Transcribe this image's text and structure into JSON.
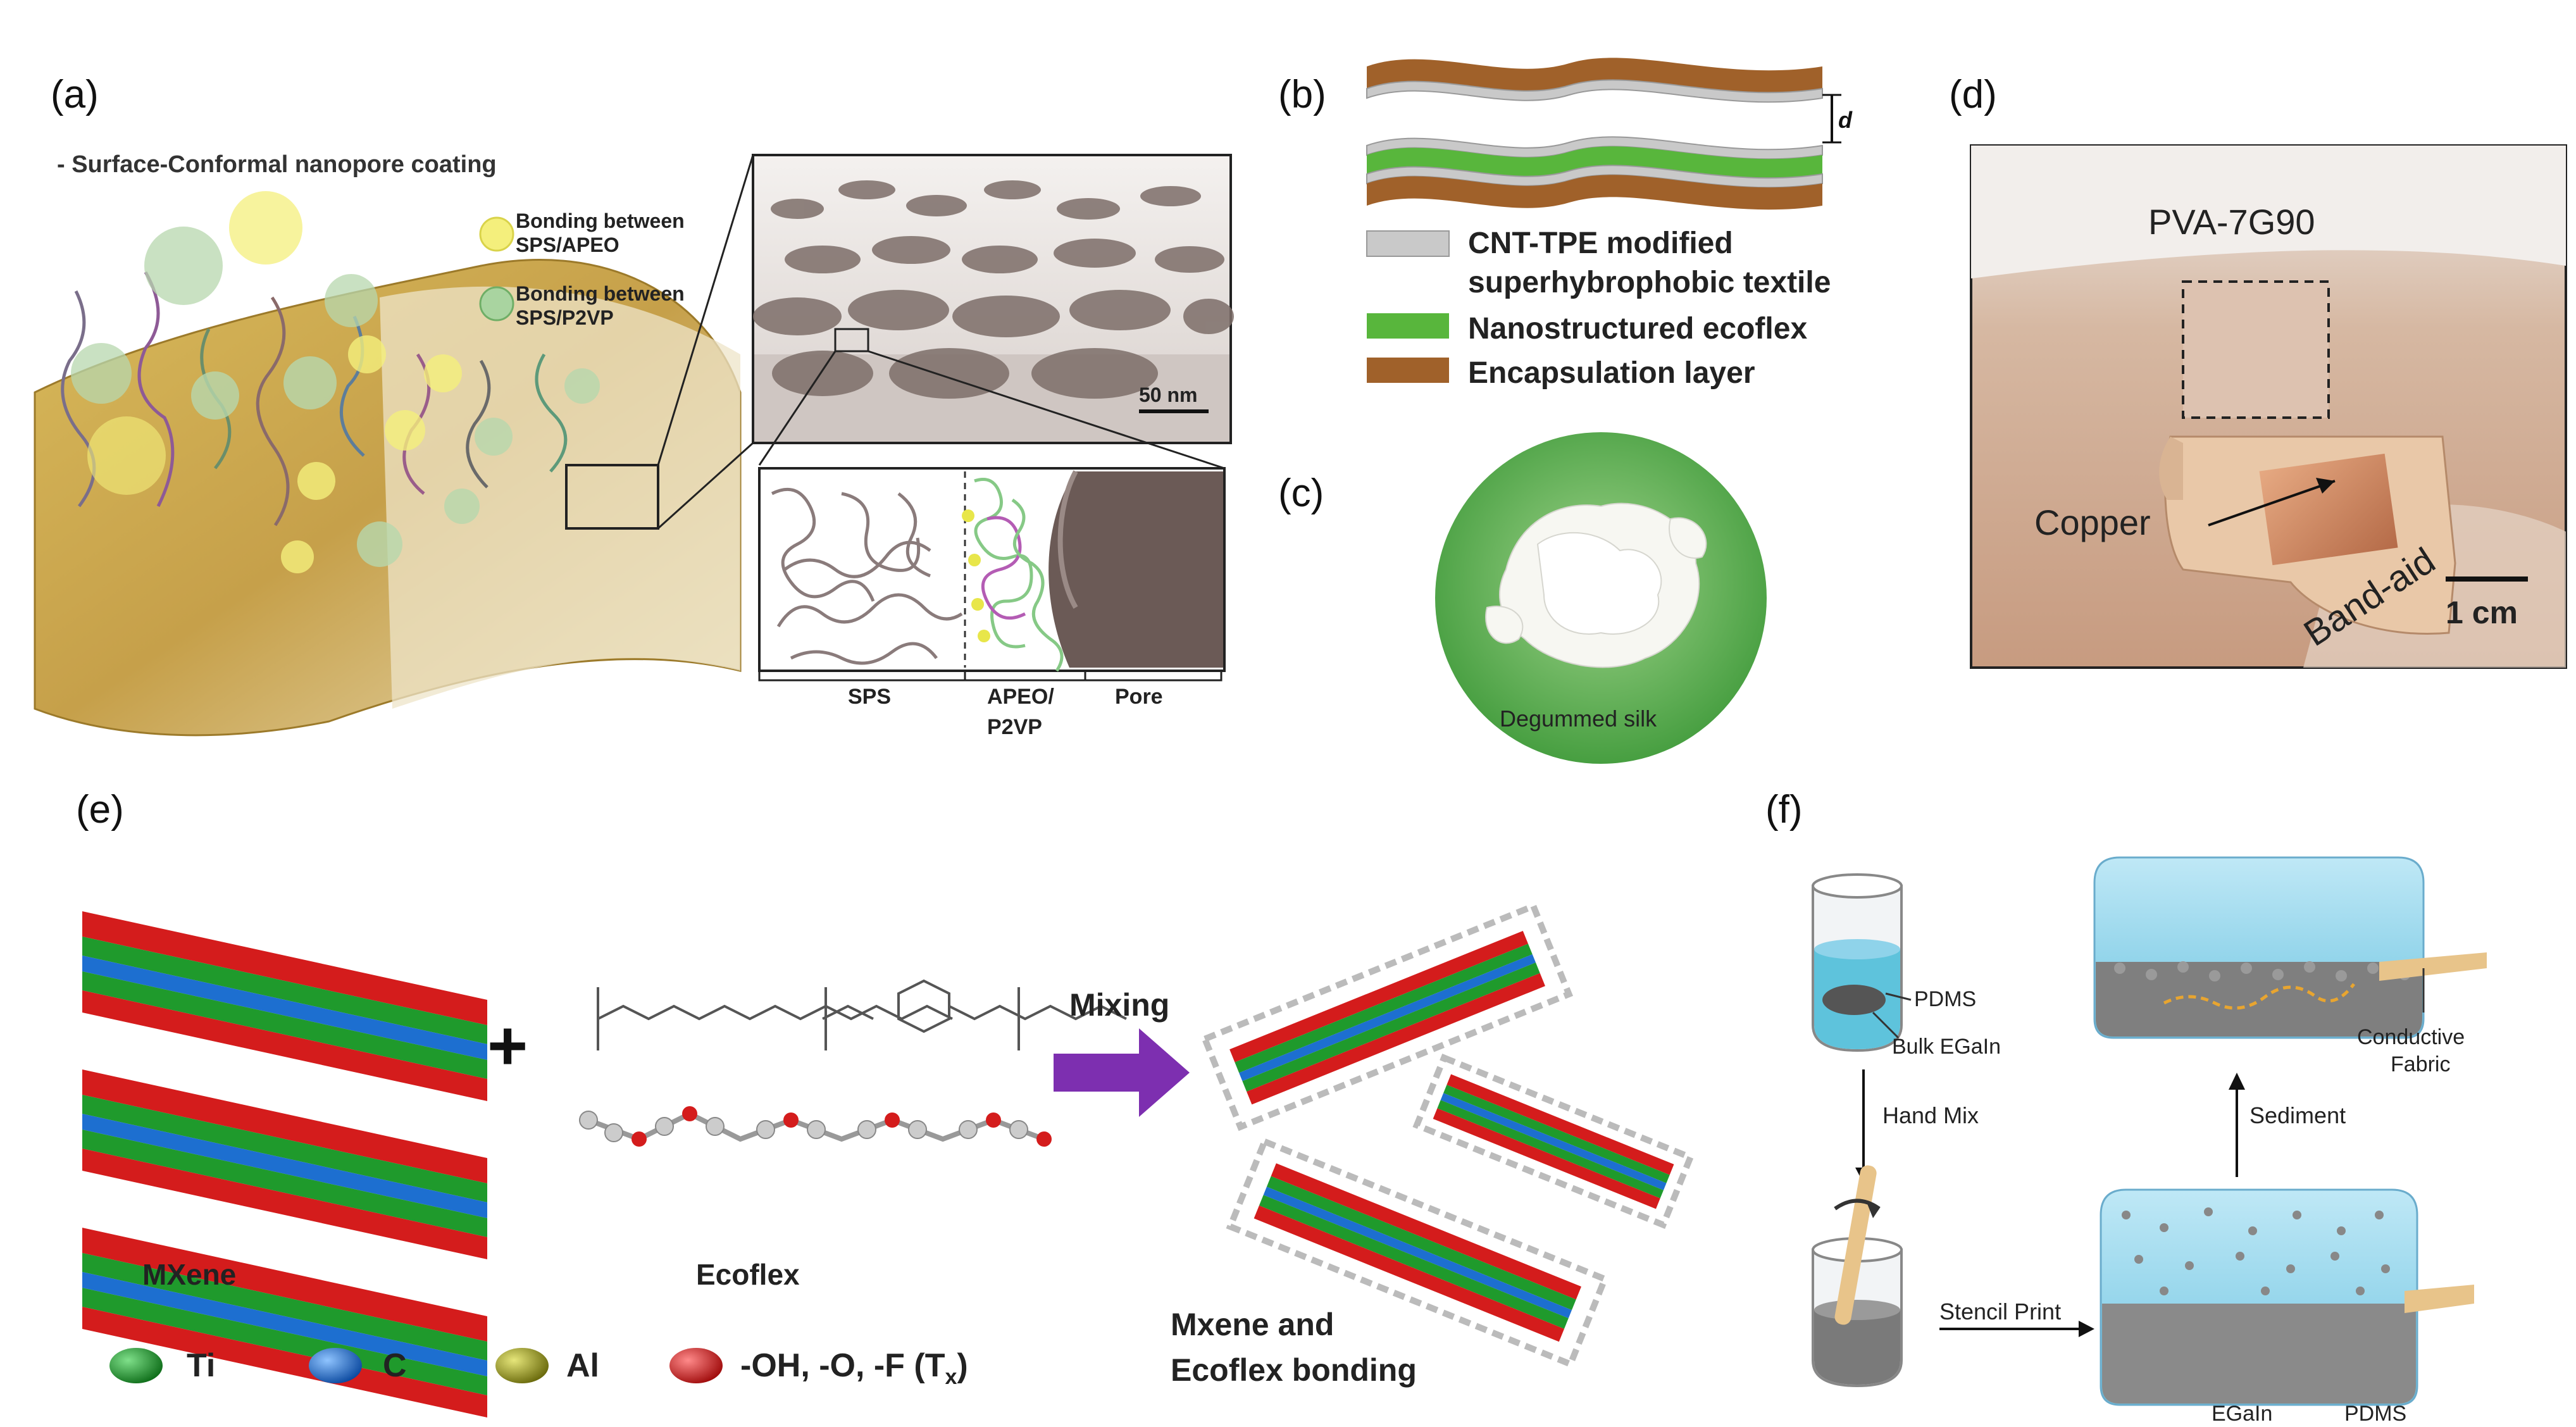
{
  "panels": {
    "a": {
      "letter": "(a)",
      "title": "- Surface-Conformal nanopore coating",
      "legend": [
        {
          "line1": "Bonding between",
          "line2": "SPS/APEO",
          "color": "#f4ef7c"
        },
        {
          "line1": "Bonding between",
          "line2": "SPS/P2VP",
          "color": "#a9d4a0"
        }
      ],
      "scale_bar": "50 nm",
      "regions": {
        "sps": "SPS",
        "apeo_line1": "APEO/",
        "apeo_line2": "P2VP",
        "pore": "Pore"
      }
    },
    "b": {
      "letter": "(b)",
      "gap_label": "d",
      "legend": [
        {
          "line1": "CNT-TPE modified",
          "line2": "superhybrophobic textile",
          "color": "#c9c9c9"
        },
        {
          "line1": "Nanostructured ecoflex",
          "line2": "",
          "color": "#58b63c"
        },
        {
          "line1": "Encapsulation layer",
          "line2": "",
          "color": "#a0612a"
        }
      ]
    },
    "c": {
      "letter": "(c)",
      "caption": "Degummed silk"
    },
    "d": {
      "letter": "(d)",
      "sample": "PVA-7G90",
      "copper": "Copper",
      "bandaid": "Band-aid",
      "scale_bar": "1 cm"
    },
    "e": {
      "letter": "(e)",
      "mxene": "MXene",
      "ecoflex": "Ecoflex",
      "plus": "+",
      "arrow": "Mixing",
      "result_line1": "Mxene and",
      "result_line2": "Ecoflex bonding",
      "atoms": [
        {
          "label": "Ti",
          "color": "#1f9a2c"
        },
        {
          "label": "C",
          "color": "#1d6fd0"
        },
        {
          "label": "Al",
          "color": "#9a9a1a"
        },
        {
          "label": "-OH, -O, -F (T",
          "sub": "x",
          "close": ")",
          "color": "#d41c1c"
        }
      ]
    },
    "f": {
      "letter": "(f)",
      "pdms": "PDMS",
      "bulk": "Bulk EGaIn",
      "handmix": "Hand Mix",
      "stencil": "Stencil Print",
      "sediment": "Sediment",
      "fabric_line1": "Conductive",
      "fabric_line2": "Fabric",
      "egain": "EGaIn",
      "pdms2": "PDMS"
    }
  },
  "colors": {
    "textile_brown": "#a0612a",
    "ecoflex_green": "#58b63c",
    "textile_grey": "#c9c9c9",
    "arrow_purple": "#7d2fb0",
    "pdms_blue": "#8fd3ea"
  }
}
